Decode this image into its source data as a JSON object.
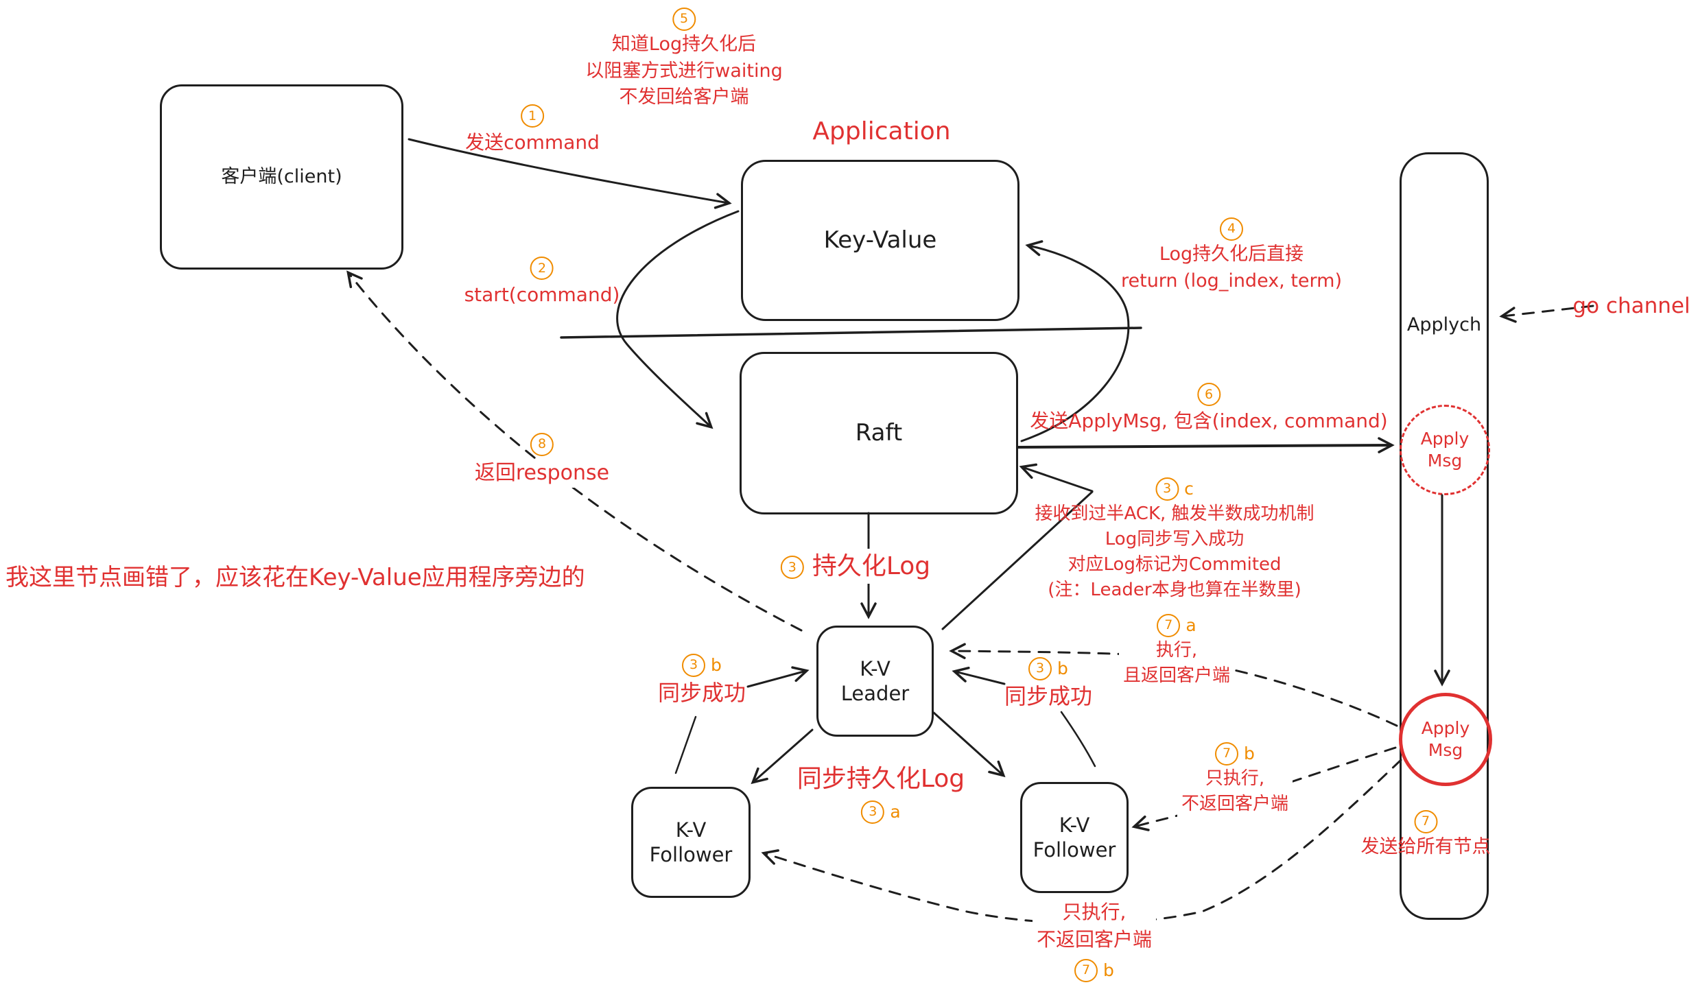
{
  "palette": {
    "ink": "#1e1e1e",
    "red": "#e03131",
    "orange": "#f08c00"
  },
  "nodes": {
    "client": {
      "label": "客户端(client)"
    },
    "key_value": {
      "label": "Key-Value"
    },
    "raft": {
      "label": "Raft"
    },
    "kv_leader": {
      "line1": "K-V",
      "line2": "Leader"
    },
    "kv_follower_left": {
      "line1": "K-V",
      "line2": "Follower"
    },
    "kv_follower_right": {
      "line1": "K-V",
      "line2": "Follower"
    },
    "applych_bar": {
      "label": "Applych"
    },
    "apply_msg_pending": {
      "line1": "Apply",
      "line2": "Msg"
    },
    "apply_msg_ready": {
      "line1": "Apply",
      "line2": "Msg"
    }
  },
  "annotations": {
    "application_title": "Application",
    "go_channel": "go channel",
    "note_mistake": "我这里节点画错了，应该花在Key-Value应用程序旁边的",
    "step1": {
      "num": "1",
      "text": "发送command"
    },
    "step2": {
      "num": "2",
      "text": "start(command)"
    },
    "step3": {
      "num": "3",
      "text": "持久化Log"
    },
    "step3a": {
      "num": "3",
      "letter": "a",
      "text": "同步持久化Log"
    },
    "step3b_left": {
      "num": "3",
      "letter": "b",
      "text": "同步成功"
    },
    "step3b_right": {
      "num": "3",
      "letter": "b",
      "text": "同步成功"
    },
    "step3c": {
      "num": "3",
      "letter": "c",
      "lines": [
        "接收到过半ACK, 触发半数成功机制",
        "Log同步写入成功",
        "对应Log标记为Commited",
        "(注：Leader本身也算在半数里)"
      ]
    },
    "step4": {
      "num": "4",
      "lines": [
        "Log持久化后直接",
        "return (log_index, term)"
      ]
    },
    "step5": {
      "num": "5",
      "lines": [
        "知道Log持久化后",
        "以阻塞方式进行waiting",
        "不发回给客户端"
      ]
    },
    "step6": {
      "num": "6",
      "text": "发送ApplyMsg, 包含(index, command)"
    },
    "step7": {
      "num": "7",
      "text": "发送给所有节点"
    },
    "step7a": {
      "num": "7",
      "letter": "a",
      "lines": [
        "执行,",
        "且返回客户端"
      ]
    },
    "step7b_right": {
      "num": "7",
      "letter": "b",
      "lines": [
        "只执行,",
        "不返回客户端"
      ]
    },
    "step7b_bottom": {
      "num": "7",
      "letter": "b",
      "lines": [
        "只执行,",
        "不返回客户端"
      ]
    },
    "step8": {
      "num": "8",
      "text": "返回response"
    }
  }
}
